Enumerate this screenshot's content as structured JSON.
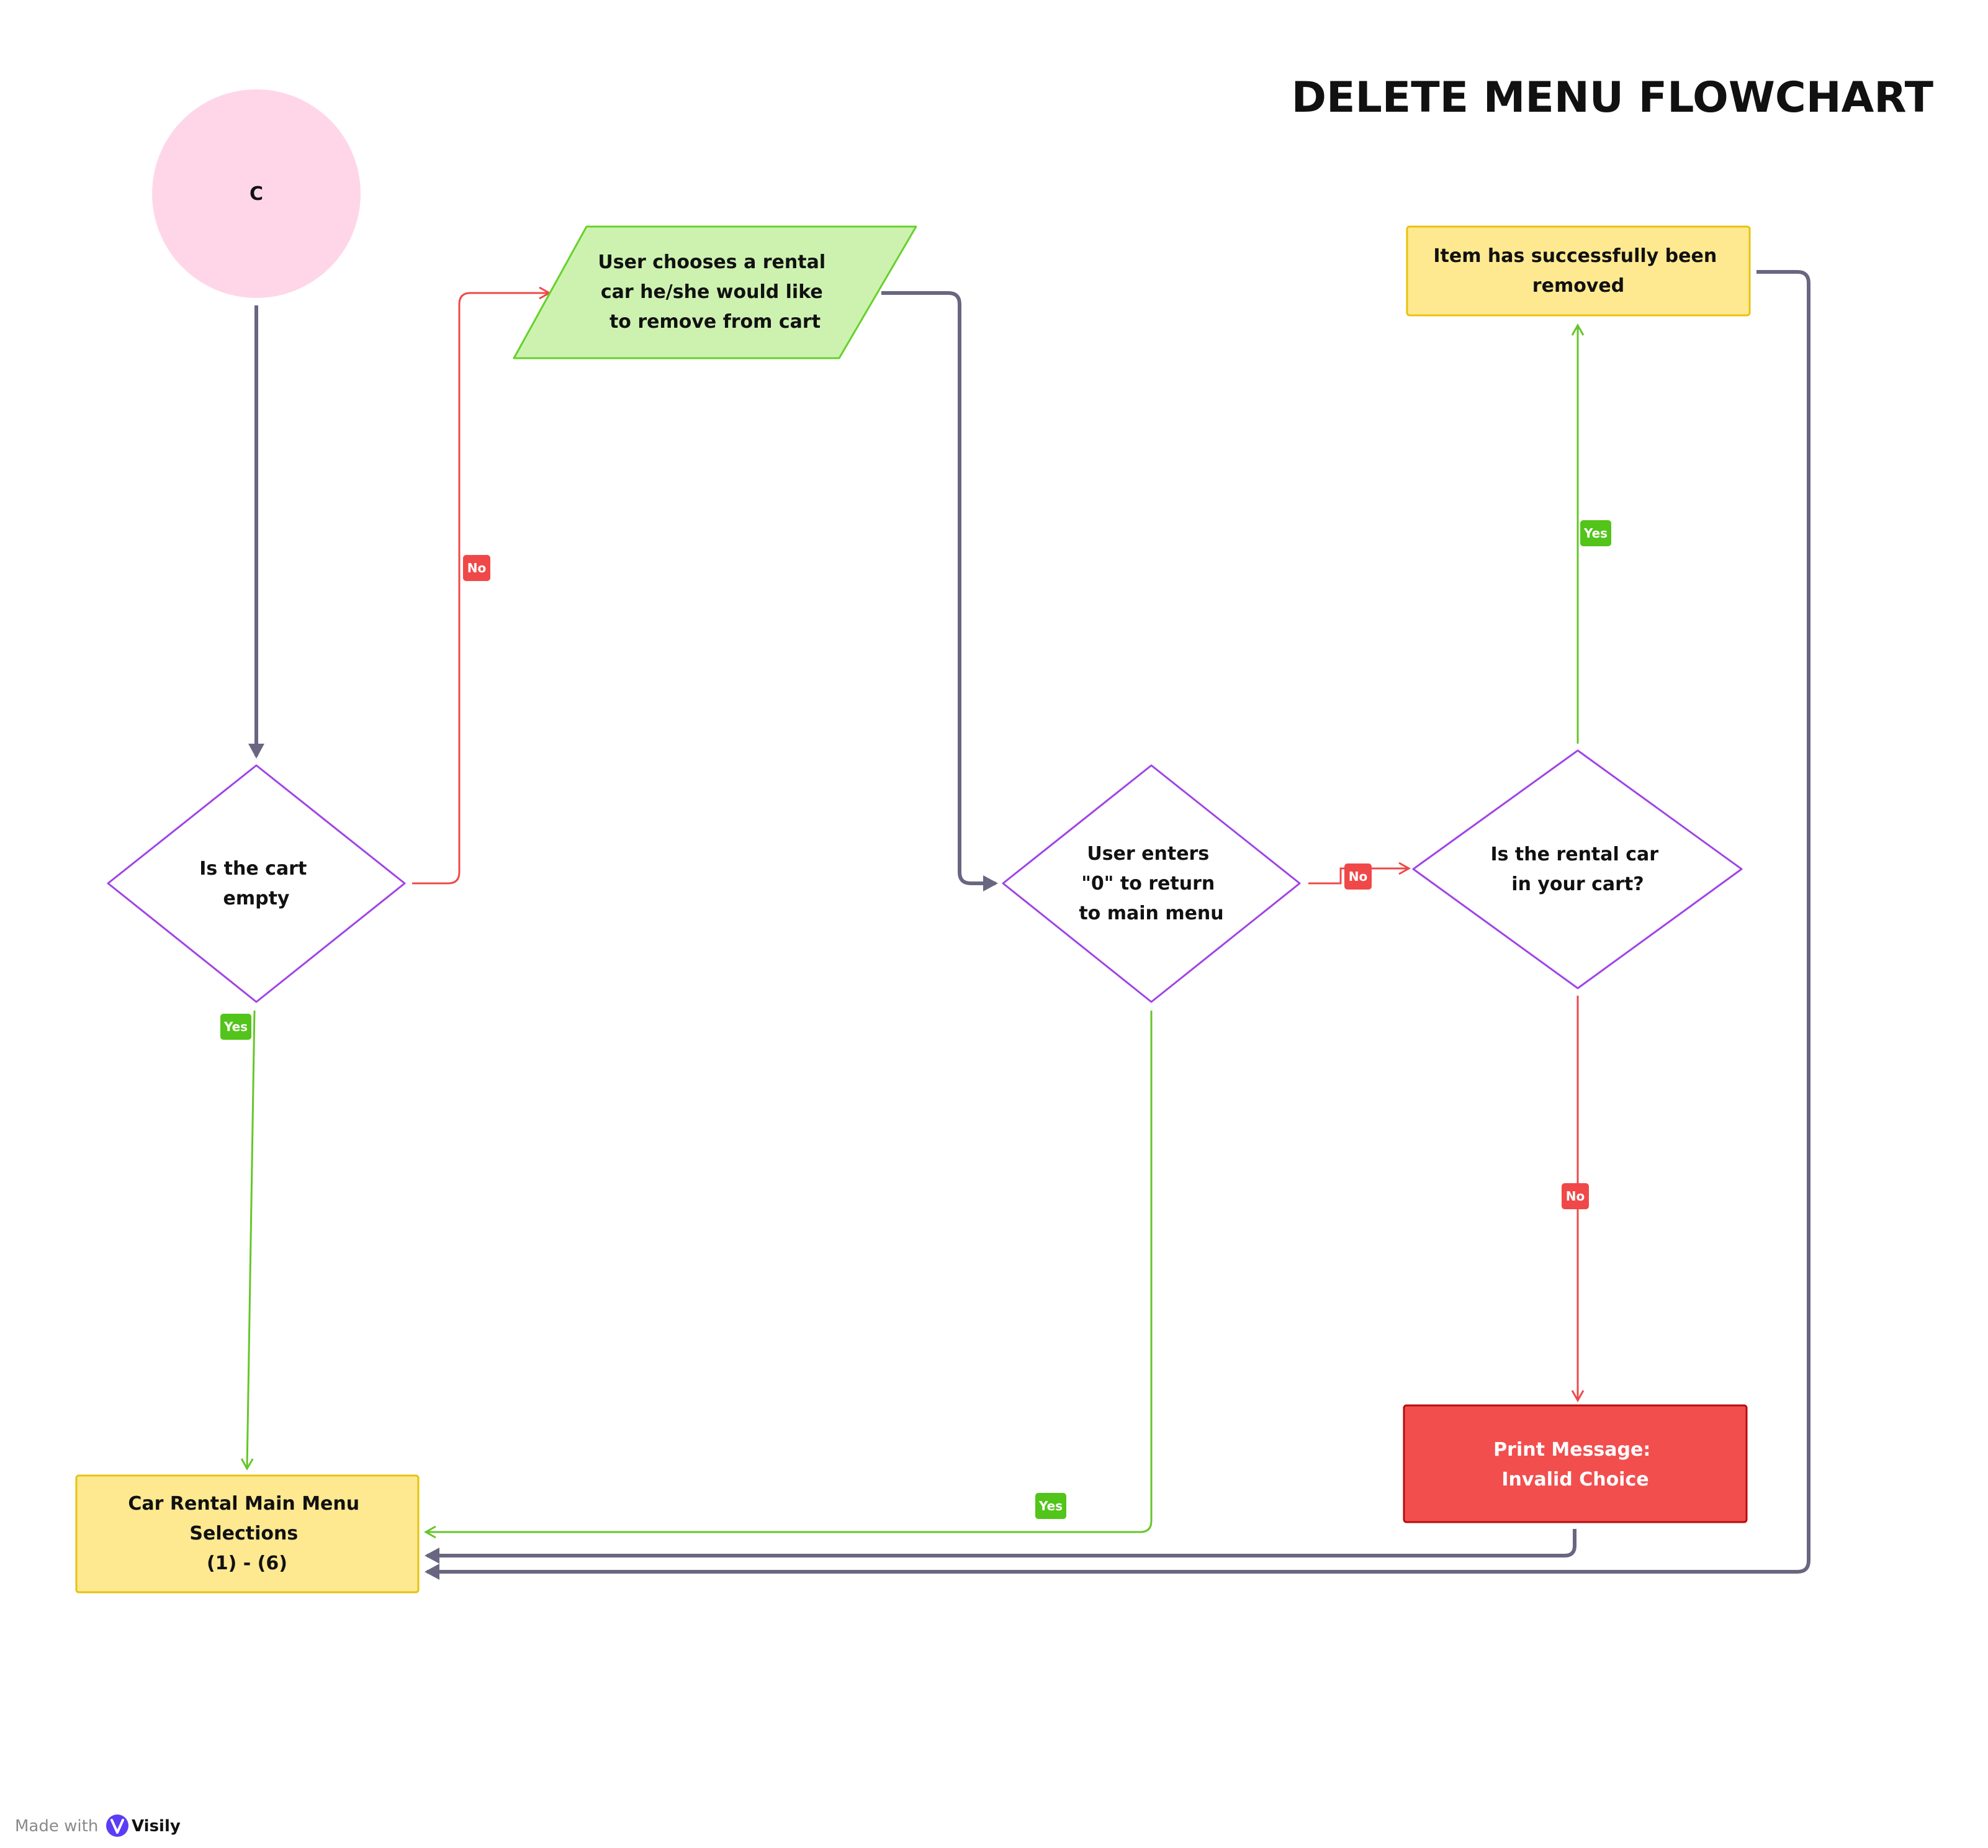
{
  "title": "DELETE MENU FLOWCHART",
  "colors": {
    "pink_fill": "#ffd6e8",
    "green_fill": "#cdf2b0",
    "green_stroke": "#66d12a",
    "purple_stroke": "#a044e6",
    "yellow_fill": "#fee990",
    "yellow_stroke": "#e8c20e",
    "red_fill": "#f24e4e",
    "red_stroke": "#b80c0c",
    "connector_dark": "#686680",
    "connector_green": "#66c52a",
    "connector_red": "#f04848",
    "badge_green": "#52c41a",
    "badge_red": "#f04848"
  },
  "nodes": {
    "start": {
      "lines": [
        "C"
      ]
    },
    "cart_empty": {
      "lines": [
        "Is the cart",
        "empty"
      ]
    },
    "choose_car": {
      "lines": [
        "User chooses a rental",
        "car he/she would like",
        "to remove from cart"
      ]
    },
    "enter_zero": {
      "lines": [
        "User enters",
        "\"0\" to return",
        "to main menu"
      ]
    },
    "in_cart": {
      "lines": [
        "Is the rental car",
        "in your cart?"
      ]
    },
    "removed": {
      "lines": [
        "Item has successfully been",
        "removed"
      ]
    },
    "invalid": {
      "lines": [
        "Print Message:",
        "Invalid Choice"
      ]
    },
    "main_menu": {
      "lines": [
        "Car Rental Main Menu",
        "Selections",
        "(1) - (6)"
      ]
    }
  },
  "labels": {
    "cart_empty_no": "No",
    "cart_empty_yes": "Yes",
    "enter_zero_no": "No",
    "enter_zero_yes": "Yes",
    "in_cart_yes": "Yes",
    "in_cart_no": "No"
  },
  "footer": {
    "made_with": "Made with",
    "brand": "Visily"
  }
}
